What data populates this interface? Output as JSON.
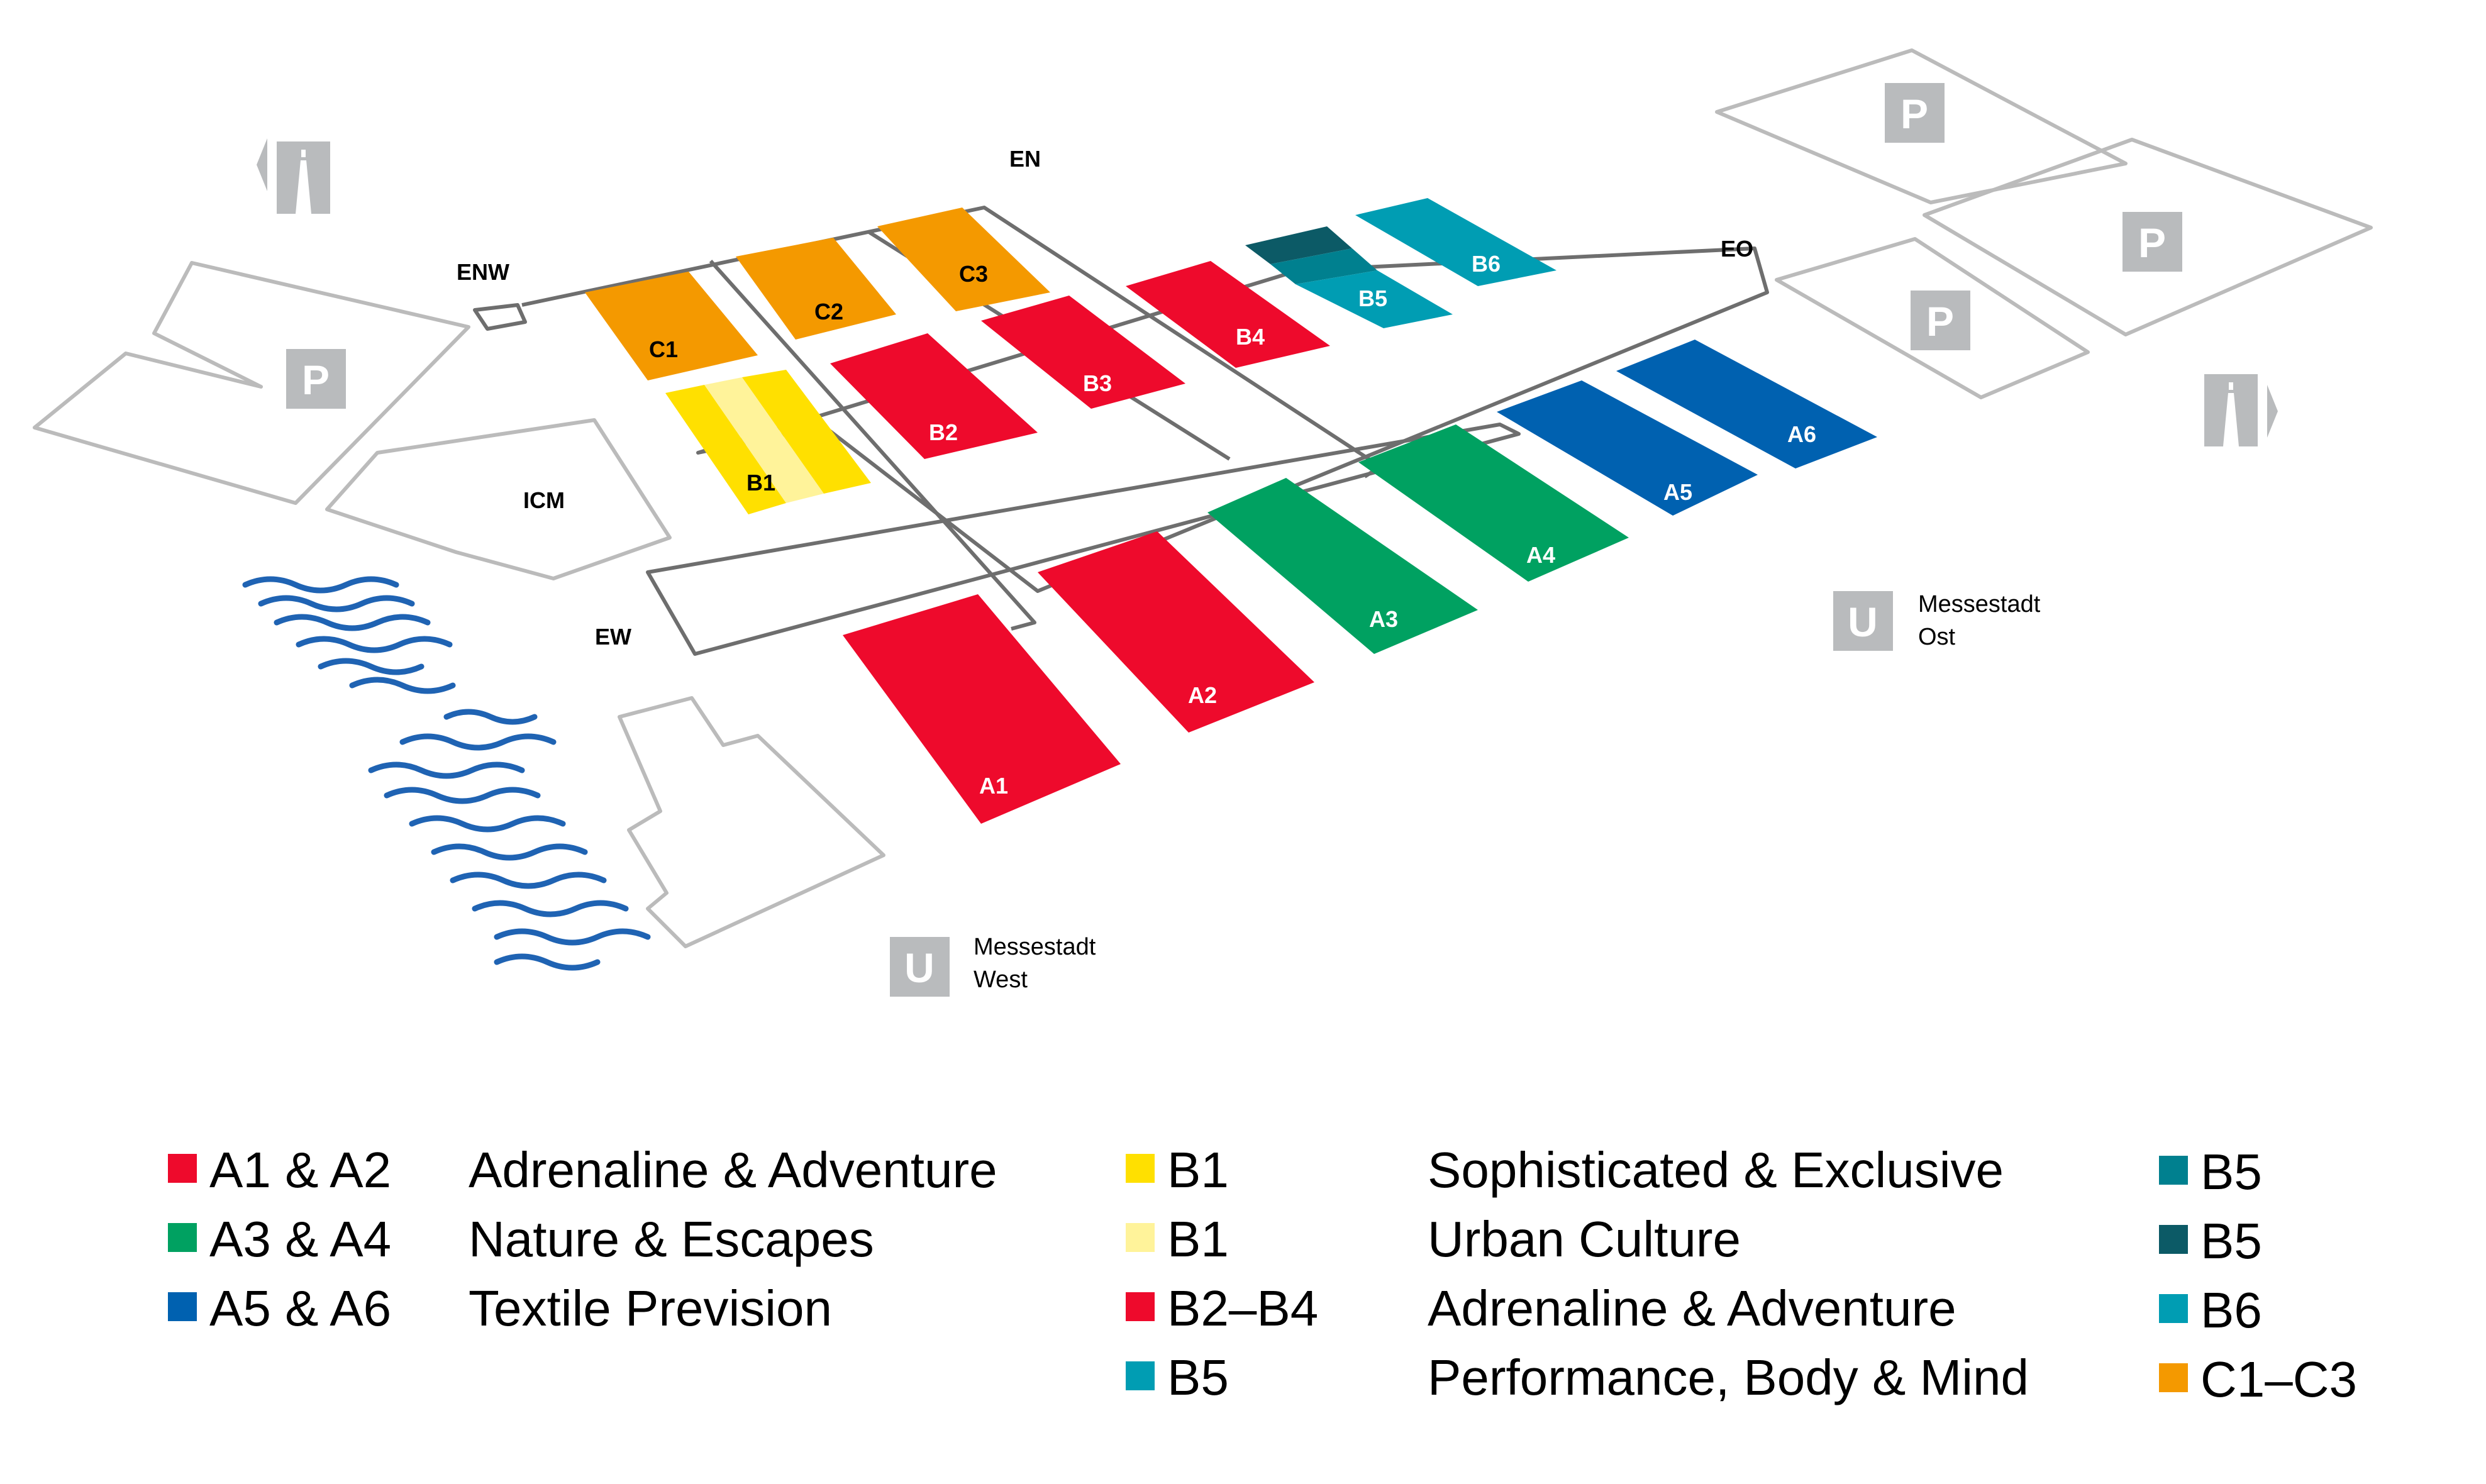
{
  "colors": {
    "red": "#ee0a2c",
    "green": "#00a161",
    "blue": "#0061b0",
    "yellow": "#ffe000",
    "light_yellow": "#fff39a",
    "teal": "#009db3",
    "dark_teal": "#0c5a66",
    "mid_teal": "#00808f",
    "orange": "#f49900",
    "grey": "#b9bbbd",
    "outline": "#bbbbbb",
    "path": "#6e6e6e",
    "water": "#1f63b3"
  },
  "halls": {
    "a1": "A1",
    "a2": "A2",
    "a3": "A3",
    "a4": "A4",
    "a5": "A5",
    "a6": "A6",
    "b1": "B1",
    "b2": "B2",
    "b3": "B3",
    "b4": "B4",
    "b5": "B5",
    "b6": "B6",
    "c1": "C1",
    "c2": "C2",
    "c3": "C3"
  },
  "areas": {
    "icm": "ICM",
    "enw": "ENW",
    "en": "EN",
    "eo": "EO",
    "ew": "EW"
  },
  "icons": {
    "parking": "P",
    "subway": "U",
    "parking_icon": "parking-icon",
    "subway_icon": "subway-icon",
    "motorway_icon": "motorway-icon",
    "water_icon": "water-icon"
  },
  "stations": {
    "ost": {
      "line1": "Messestadt",
      "line2": "Ost"
    },
    "west": {
      "line1": "Messestadt",
      "line2": "West"
    }
  },
  "legend": {
    "left": [
      {
        "halls": "A1 & A2",
        "theme": "Adrenaline & Adventure",
        "color": "#ee0a2c"
      },
      {
        "halls": "A3 & A4",
        "theme": "Nature & Escapes",
        "color": "#00a161"
      },
      {
        "halls": "A5 & A6",
        "theme": "Textile Prevision",
        "color": "#0061b0"
      }
    ],
    "middle": [
      {
        "halls": "B1",
        "theme": "Sophisticated & Exclusive",
        "color": "#ffe000"
      },
      {
        "halls": "B1",
        "theme": "Urban Culture",
        "color": "#fff39a"
      },
      {
        "halls": "B2–B4",
        "theme": "Adrenaline & Adventure",
        "color": "#ee0a2c"
      },
      {
        "halls": "B5",
        "theme": "Performance, Body & Mind",
        "color": "#009db3"
      }
    ],
    "right": [
      {
        "halls": "B5",
        "color": "#00808f"
      },
      {
        "halls": "B5",
        "color": "#0c5a66"
      },
      {
        "halls": "B6",
        "color": "#009db3"
      },
      {
        "halls": "C1–C3",
        "color": "#f49900"
      }
    ]
  }
}
